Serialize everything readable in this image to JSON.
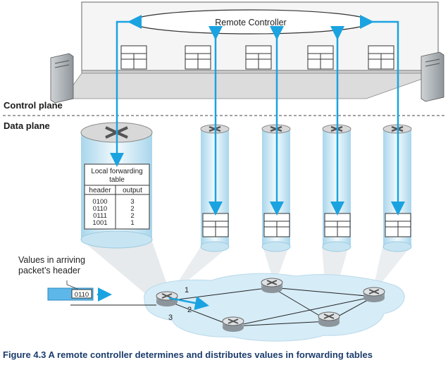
{
  "labels": {
    "remote_controller": "Remote Controller",
    "control_plane": "Control plane",
    "data_plane": "Data plane",
    "values_note_line1": "Values in arriving",
    "values_note_line2": "packet’s header",
    "packet_value": "0110",
    "port1": "1",
    "port2": "2",
    "port3": "3"
  },
  "forwarding_table": {
    "title_line1": "Local forwarding",
    "title_line2": "table",
    "col_header": "header",
    "col_output": "output",
    "rows": [
      {
        "header": "0100",
        "output": "3"
      },
      {
        "header": "0110",
        "output": "2"
      },
      {
        "header": "0111",
        "output": "2"
      },
      {
        "header": "1001",
        "output": "1"
      }
    ]
  },
  "caption": "Figure 4.3 A remote controller determines and distributes values in forwarding tables",
  "colors": {
    "arrow": "#1aa3e0",
    "cylinder_light": "#e6f4fb",
    "cylinder_dark": "#8ec9e6",
    "network_fill": "#d6ecf7",
    "caption": "#1b3c6b"
  }
}
